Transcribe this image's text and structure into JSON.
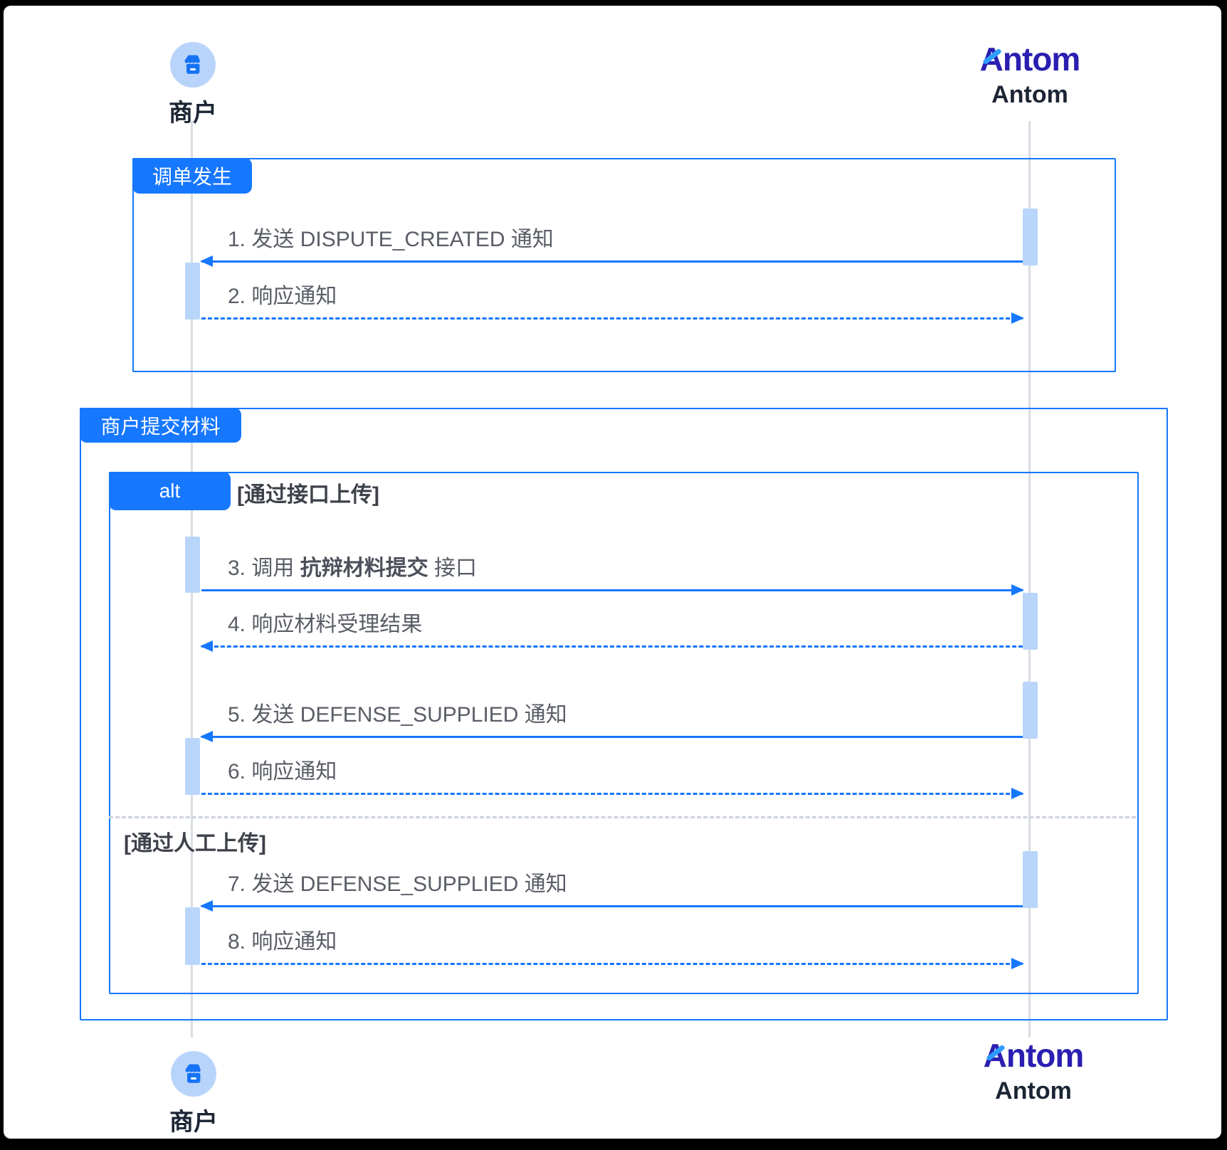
{
  "diagram": {
    "actors": {
      "merchant": {
        "label": "商户"
      },
      "antom": {
        "label": "Antom",
        "logo_text": "Antom"
      }
    },
    "frames": {
      "frame1": {
        "title": "调单发生"
      },
      "frame2": {
        "title": "商户提交材料"
      },
      "alt": {
        "operator": "alt",
        "guard_api": "[通过接口上传]",
        "guard_manual": "[通过人工上传]"
      }
    },
    "messages": {
      "m1": {
        "label": "1. 发送 DISPUTE_CREATED 通知",
        "from": "Antom",
        "to": "商户",
        "style": "solid"
      },
      "m2": {
        "label": "2. 响应通知",
        "from": "商户",
        "to": "Antom",
        "style": "dashed"
      },
      "m3": {
        "pre": "3. 调用 ",
        "bold": "抗辩材料提交",
        "post": " 接口",
        "from": "商户",
        "to": "Antom",
        "style": "solid"
      },
      "m4": {
        "label": "4. 响应材料受理结果",
        "from": "Antom",
        "to": "商户",
        "style": "dashed"
      },
      "m5": {
        "label": "5. 发送 DEFENSE_SUPPLIED 通知",
        "from": "Antom",
        "to": "商户",
        "style": "solid"
      },
      "m6": {
        "label": "6. 响应通知",
        "from": "商户",
        "to": "Antom",
        "style": "dashed"
      },
      "m7": {
        "label": "7. 发送 DEFENSE_SUPPLIED 通知",
        "from": "Antom",
        "to": "商户",
        "style": "solid"
      },
      "m8": {
        "label": "8. 响应通知",
        "from": "商户",
        "to": "Antom",
        "style": "dashed"
      }
    },
    "colors": {
      "primary_blue": "#1677ff",
      "activation_fill": "#b9d6fa",
      "lifeline_gray": "#d9dde3",
      "message_text": "#595d66",
      "actor_text": "#1b2534",
      "logo_navy": "#2a1fb0",
      "logo_accent": "#2f9cff"
    }
  }
}
